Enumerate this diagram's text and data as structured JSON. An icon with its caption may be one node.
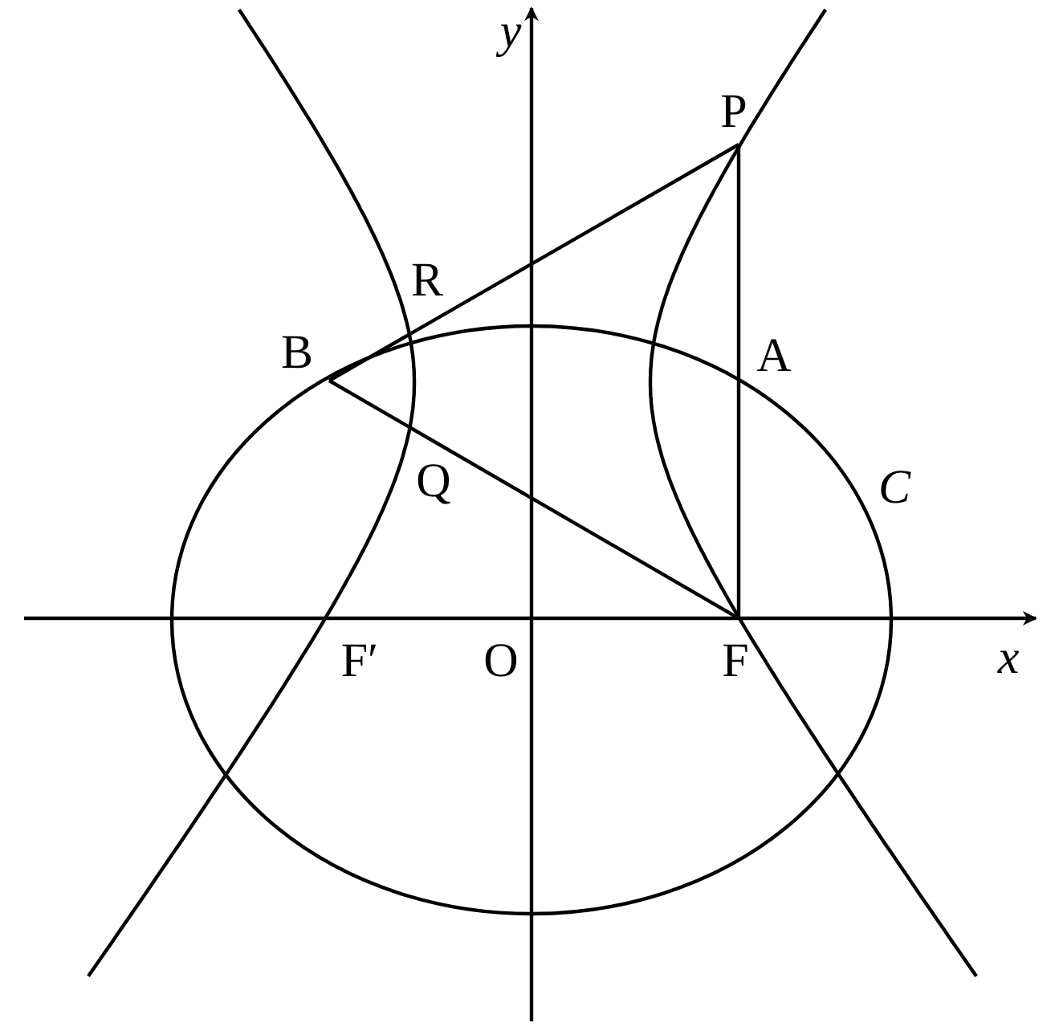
{
  "diagram": {
    "labels": [
      "y",
      "P",
      "R",
      "B",
      "A",
      "Q",
      "C",
      "F′",
      "O",
      "F",
      "x"
    ]
  }
}
